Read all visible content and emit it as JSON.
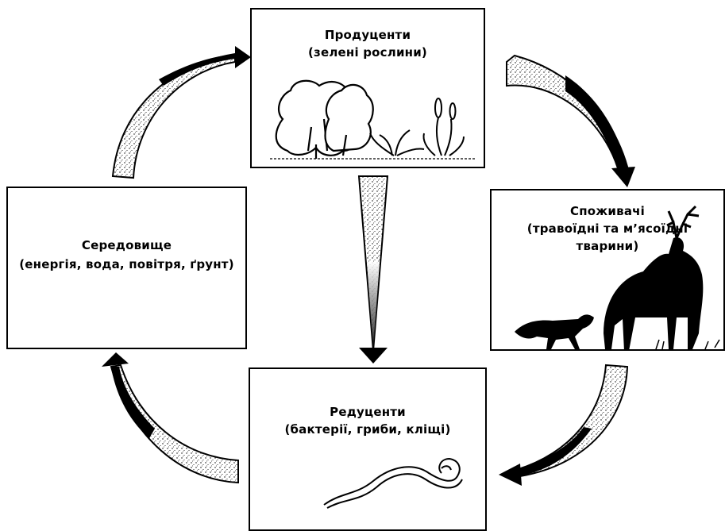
{
  "producers": {
    "title": "Продуценти",
    "subtitle": "(зелені рослини)"
  },
  "consumers": {
    "title": "Споживачі",
    "subtitle1": "(травоїдні та м’ясоїдні",
    "subtitle2": "тварини)"
  },
  "reducers": {
    "title": "Редуценти",
    "subtitle": "(бактерії, гриби, кліщі)"
  },
  "environment": {
    "title": "Середовище",
    "subtitle": "(енергія, вода, повітря, ґрунт)"
  },
  "icons": [
    "tree-icon",
    "fern-icon",
    "flower-icon",
    "deer-icon",
    "fox-icon",
    "worm-icon",
    "arrow-icon"
  ]
}
